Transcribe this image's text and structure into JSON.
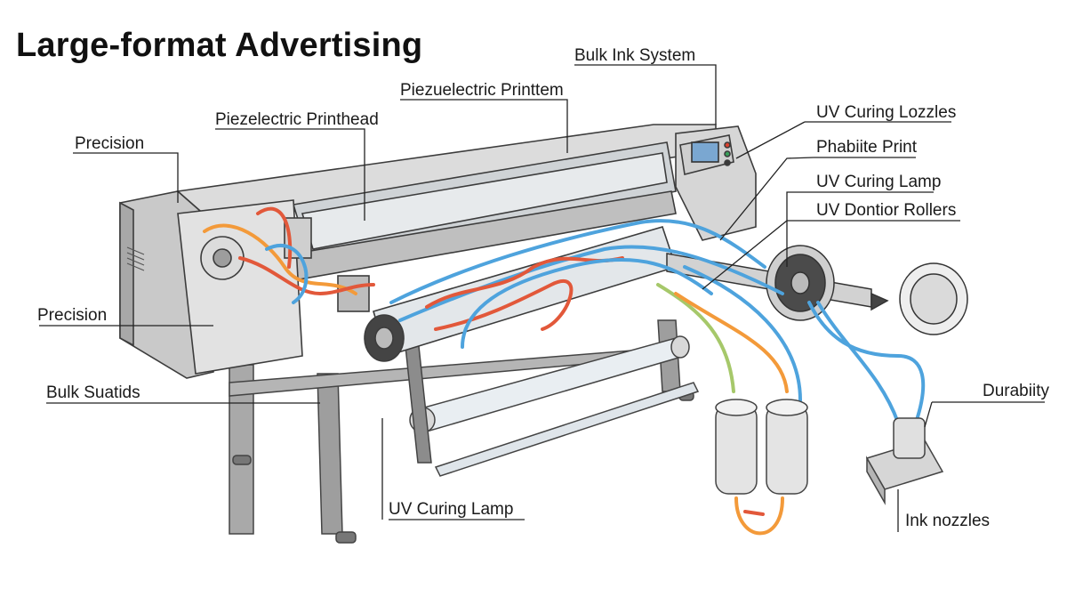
{
  "title": "Large-format Advertising",
  "labels": {
    "bulk_ink_system": "Bulk Ink System",
    "piezuelectric_printtem": "Piezuelectric Printtem",
    "piezelectric_printhead": "Piezelectric Printhead",
    "precision_top": "Precision",
    "precision_left": "Precision",
    "bulk_suatids": "Bulk Suatids",
    "uv_curing_lamp_bottom": "UV Curing Lamp",
    "uv_curing_lozzles": "UV Curing Lozzles",
    "phabiite_print": "Phabiite Print",
    "uv_curing_lamp_right": "UV Curing Lamp",
    "uv_dontior_rollers": "UV Dontior Rollers",
    "durabiity": "Durabiity",
    "ink_nozzles": "Ink nozzles"
  },
  "colors": {
    "ink_tube_blue": "#4ea3dd",
    "ink_tube_red": "#e2583a",
    "ink_tube_orange": "#f39a3a",
    "ink_tube_green": "#a6c86a",
    "frame_gray": "#9c9c9c",
    "panel_light": "#e6e6e6",
    "screen_blue": "#7aa7d1"
  }
}
